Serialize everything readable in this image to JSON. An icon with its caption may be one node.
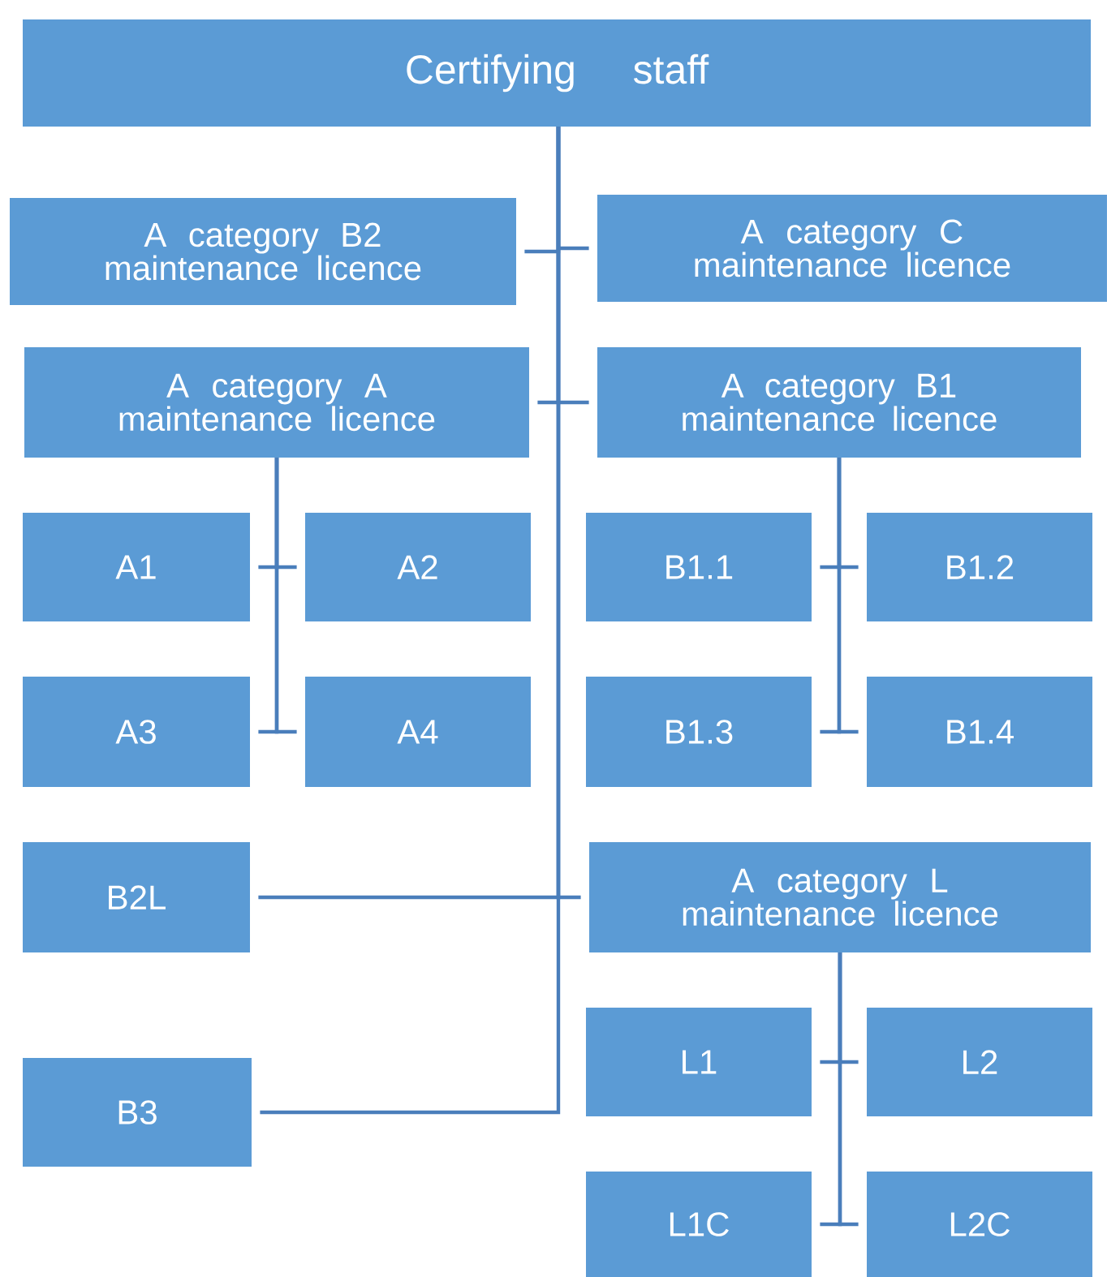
{
  "diagram": {
    "nodes": [
      {
        "text": [
          "Certifying staff"
        ]
      },
      {
        "text": [
          "A category B2 maintenance licence"
        ]
      },
      {
        "text": [
          "A category C maintenance licence"
        ]
      },
      {
        "text": [
          "A category A maintenance licence"
        ]
      },
      {
        "text": [
          "A category B1 maintenance licence"
        ]
      },
      {
        "text": [
          "A1"
        ]
      },
      {
        "text": [
          "A2"
        ]
      },
      {
        "text": [
          "A3"
        ]
      },
      {
        "text": [
          "A4"
        ]
      },
      {
        "text": [
          "B1.1"
        ]
      },
      {
        "text": [
          "B1.2"
        ]
      },
      {
        "text": [
          "B1.3"
        ]
      },
      {
        "text": [
          "B1.4"
        ]
      },
      {
        "text": [
          "B2L"
        ]
      },
      {
        "text": [
          "A category L maintenance licence"
        ]
      },
      {
        "text": [
          "B3"
        ]
      },
      {
        "text": [
          "L1"
        ]
      },
      {
        "text": [
          "L2"
        ]
      },
      {
        "text": [
          "L1C"
        ]
      },
      {
        "text": [
          "L2C"
        ]
      }
    ],
    "edges": [
      {
        "from": 0,
        "to": 1,
        "arrow": "none"
      },
      {
        "from": 0,
        "to": 2,
        "arrow": "none"
      },
      {
        "from": 0,
        "to": 3,
        "arrow": "none"
      },
      {
        "from": 0,
        "to": 4,
        "arrow": "none"
      },
      {
        "from": 3,
        "to": 5,
        "arrow": "none"
      },
      {
        "from": 3,
        "to": 6,
        "arrow": "none"
      },
      {
        "from": 3,
        "to": 7,
        "arrow": "none"
      },
      {
        "from": 3,
        "to": 8,
        "arrow": "none"
      },
      {
        "from": 4,
        "to": 9,
        "arrow": "none"
      },
      {
        "from": 4,
        "to": 10,
        "arrow": "none"
      },
      {
        "from": 4,
        "to": 11,
        "arrow": "none"
      },
      {
        "from": 4,
        "to": 12,
        "arrow": "none"
      },
      {
        "from": 0,
        "to": 13,
        "arrow": "none"
      },
      {
        "from": 0,
        "to": 14,
        "arrow": "none"
      },
      {
        "from": 0,
        "to": 15,
        "arrow": "none"
      },
      {
        "from": 14,
        "to": 16,
        "arrow": "none"
      },
      {
        "from": 14,
        "to": 17,
        "arrow": "none"
      },
      {
        "from": 14,
        "to": 18,
        "arrow": "none"
      },
      {
        "from": 14,
        "to": 19,
        "arrow": "none"
      }
    ]
  }
}
